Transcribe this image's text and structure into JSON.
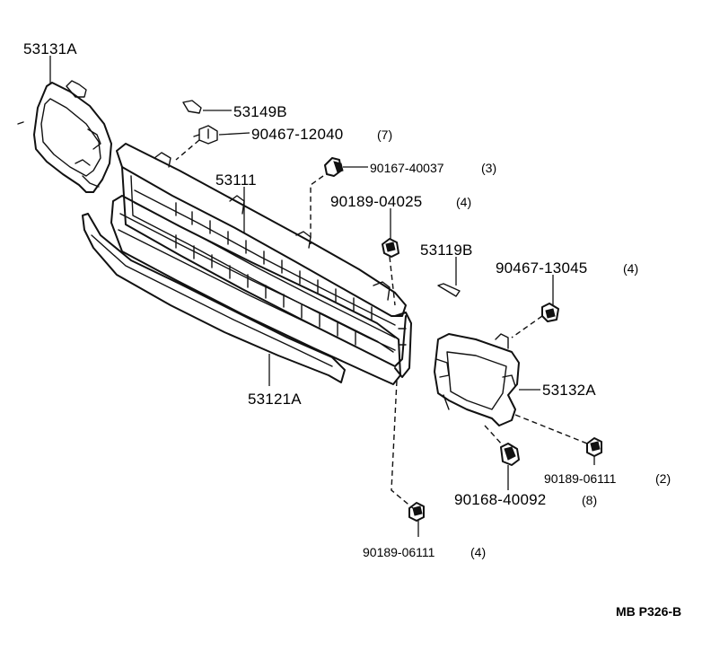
{
  "labels": {
    "p53131A": "53131A",
    "p53149B": "53149B",
    "p90467_12040": "90467-12040",
    "p90467_12040_qty": "(7)",
    "p90167_40037": "90167-40037",
    "p90167_40037_qty": "(3)",
    "p53111": "53111",
    "p90189_04025": "90189-04025",
    "p90189_04025_qty": "(4)",
    "p53119B": "53119B",
    "p90467_13045": "90467-13045",
    "p90467_13045_qty": "(4)",
    "p53132A": "53132A",
    "p53121A": "53121A",
    "p90189_06111_r": "90189-06111",
    "p90189_06111_r_qty": "(2)",
    "p90168_40092": "90168-40092",
    "p90168_40092_qty": "(8)",
    "p90189_06111_b": "90189-06111",
    "p90189_06111_b_qty": "(4)"
  },
  "reference_code": "MB P326-B"
}
